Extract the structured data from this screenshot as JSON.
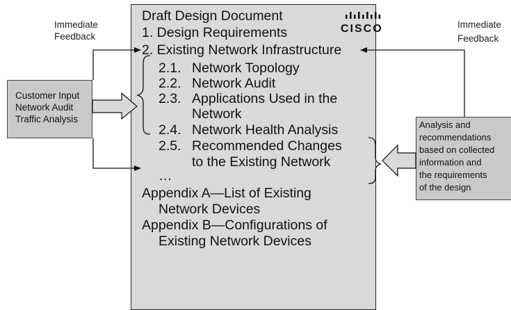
{
  "document": {
    "title": "Draft Design Document",
    "lines": [
      "1. Design Requirements",
      "2. Existing Network Infrastructure",
      "2.1.",
      "Network Topology",
      "2.2.",
      "Network Audit",
      "2.3.",
      "Applications Used in the",
      "Network",
      "2.4.",
      "Network Health Analysis",
      "2.5.",
      "Recommended Changes",
      "to the Existing Network",
      "…",
      "Appendix A—List of Existing",
      "Network Devices",
      "Appendix B—Configurations of",
      "Existing Network Devices"
    ]
  },
  "logo": {
    "text": "CISCO",
    "symbol": "cisco-bars-logo"
  },
  "left_feedback": {
    "line1": "Immediate",
    "line2": "Feedback"
  },
  "right_feedback": {
    "line1": "Immediate",
    "line2": "Feedback"
  },
  "customer_box": {
    "lines": [
      "Customer Input",
      "Network Audit",
      "Traffic Analysis"
    ]
  },
  "analysis_box": {
    "lines": [
      "Analysis and",
      "recommendations",
      "based on collected",
      "information and",
      "the requirements",
      "of the design"
    ]
  },
  "colors": {
    "document_bg": "#d9d9d9",
    "box_bg": "#c9c9c9",
    "line": "#222222"
  }
}
